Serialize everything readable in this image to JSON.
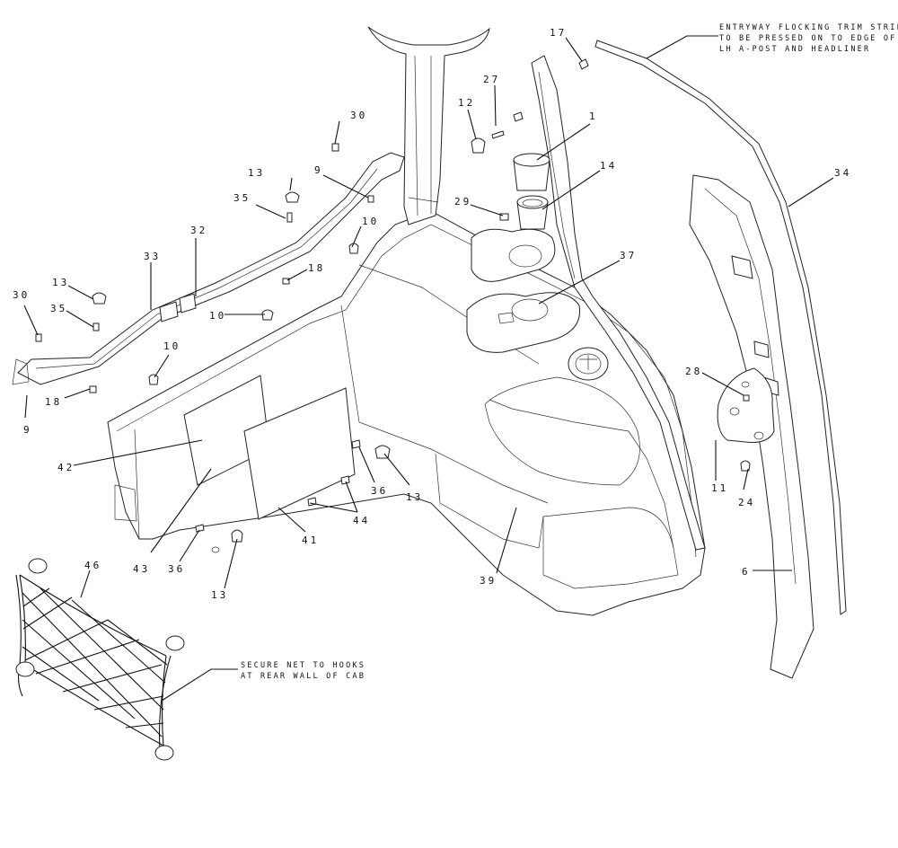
{
  "diagram": {
    "notes": {
      "entryway": [
        "ENTRYWAY FLOCKING TRIM STRIP",
        "TO BE PRESSED ON TO EDGE OF",
        "LH A-POST AND HEADLINER"
      ],
      "net": [
        "SECURE NET TO HOOKS",
        "AT REAR WALL OF CAB"
      ]
    },
    "callouts": [
      {
        "key": "c17",
        "text": "17"
      },
      {
        "key": "c27",
        "text": "27"
      },
      {
        "key": "c12",
        "text": "12"
      },
      {
        "key": "c1",
        "text": "1"
      },
      {
        "key": "c30a",
        "text": "30"
      },
      {
        "key": "c13a",
        "text": "13"
      },
      {
        "key": "c9a",
        "text": "9"
      },
      {
        "key": "c14",
        "text": "14"
      },
      {
        "key": "c35a",
        "text": "35"
      },
      {
        "key": "c34",
        "text": "34"
      },
      {
        "key": "c29",
        "text": "29"
      },
      {
        "key": "c10a",
        "text": "10"
      },
      {
        "key": "c32",
        "text": "32"
      },
      {
        "key": "c33",
        "text": "33"
      },
      {
        "key": "c37",
        "text": "37"
      },
      {
        "key": "c18a",
        "text": "18"
      },
      {
        "key": "c13b",
        "text": "13"
      },
      {
        "key": "c30b",
        "text": "30"
      },
      {
        "key": "c35b",
        "text": "35"
      },
      {
        "key": "c10b",
        "text": "10"
      },
      {
        "key": "c10c",
        "text": "10"
      },
      {
        "key": "c28",
        "text": "28"
      },
      {
        "key": "c18b",
        "text": "18"
      },
      {
        "key": "c9b",
        "text": "9"
      },
      {
        "key": "c42",
        "text": "42"
      },
      {
        "key": "c36a",
        "text": "36"
      },
      {
        "key": "c13c",
        "text": "13"
      },
      {
        "key": "c11",
        "text": "11"
      },
      {
        "key": "c24",
        "text": "24"
      },
      {
        "key": "c44",
        "text": "44"
      },
      {
        "key": "c43",
        "text": "43"
      },
      {
        "key": "c36b",
        "text": "36"
      },
      {
        "key": "c41",
        "text": "41"
      },
      {
        "key": "c39",
        "text": "39"
      },
      {
        "key": "c6",
        "text": "6"
      },
      {
        "key": "c46",
        "text": "46"
      },
      {
        "key": "c13d",
        "text": "13"
      }
    ]
  }
}
